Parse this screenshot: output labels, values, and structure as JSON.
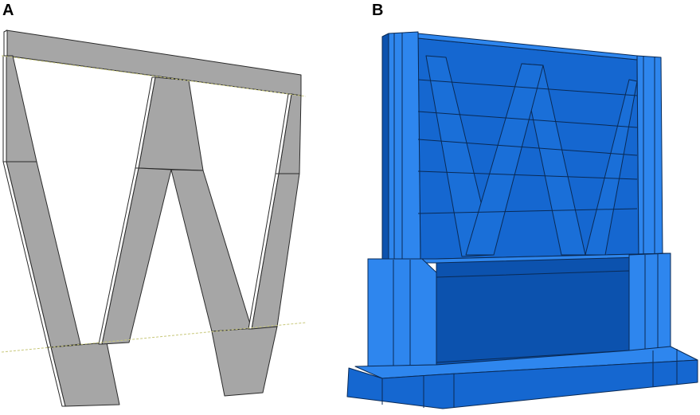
{
  "panels": [
    {
      "label": "A",
      "style": "2D finite element mesh (grey)",
      "colors": {
        "fill": "#a6a6a6",
        "edge": "#2a2a2a",
        "guide": "#c8c87a"
      }
    },
    {
      "label": "B",
      "style": "3D solid model (blue)",
      "colors": {
        "face": "#1567d0",
        "light": "#2e86ee",
        "dark": "#0c52ae",
        "edge": "#0a2a55"
      }
    }
  ]
}
